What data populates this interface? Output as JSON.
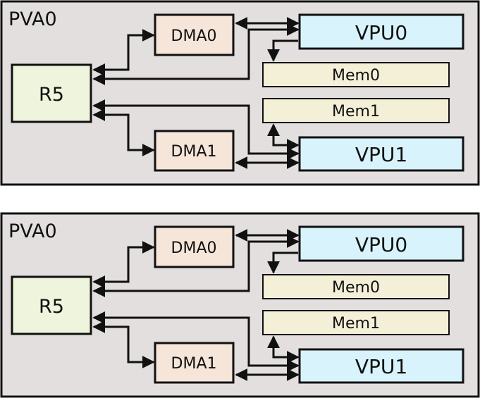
{
  "panels": [
    {
      "title": "PVA0",
      "blocks": {
        "r5": "R5",
        "dma0": "DMA0",
        "dma1": "DMA1",
        "vpu0": "VPU0",
        "vpu1": "VPU1",
        "mem0": "Mem0",
        "mem1": "Mem1"
      }
    },
    {
      "title": "PVA0",
      "blocks": {
        "r5": "R5",
        "dma0": "DMA0",
        "dma1": "DMA1",
        "vpu0": "VPU0",
        "vpu1": "VPU1",
        "mem0": "Mem0",
        "mem1": "Mem1"
      }
    }
  ],
  "colors": {
    "panel_bg": "#e2dfde",
    "r5": "#eef5dc",
    "dma": "#f6e5d9",
    "vpu": "#d8f3fb",
    "mem": "#f4f0d8",
    "stroke": "#111111"
  }
}
